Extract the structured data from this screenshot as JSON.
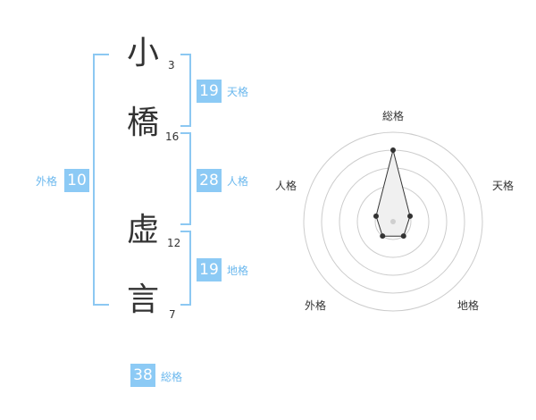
{
  "name": {
    "characters": [
      {
        "char": "小",
        "strokes": "3"
      },
      {
        "char": "橋",
        "strokes": "16"
      },
      {
        "char": "虚",
        "strokes": "12"
      },
      {
        "char": "言",
        "strokes": "7"
      }
    ]
  },
  "fortunes": {
    "tenkaku": {
      "value": "19",
      "label": "天格"
    },
    "jinkaku": {
      "value": "28",
      "label": "人格"
    },
    "chikaku": {
      "value": "19",
      "label": "地格"
    },
    "gaikaku": {
      "value": "10",
      "label": "外格"
    },
    "soukaku": {
      "value": "38",
      "label": "総格"
    }
  },
  "radar": {
    "labels": {
      "soukaku": "総格",
      "tenkaku": "天格",
      "chikaku": "地格",
      "gaikaku": "外格",
      "jinkaku": "人格"
    },
    "colors": {
      "rings": "#cccccc",
      "polygon_fill": "#f0f0f0",
      "polygon_stroke": "#333333",
      "center": "#cfcfcf"
    },
    "chart_data": {
      "type": "radar",
      "axes": [
        "総格",
        "天格",
        "地格",
        "外格",
        "人格"
      ],
      "values": [
        4,
        1,
        1,
        1,
        1
      ],
      "max": 5
    }
  }
}
